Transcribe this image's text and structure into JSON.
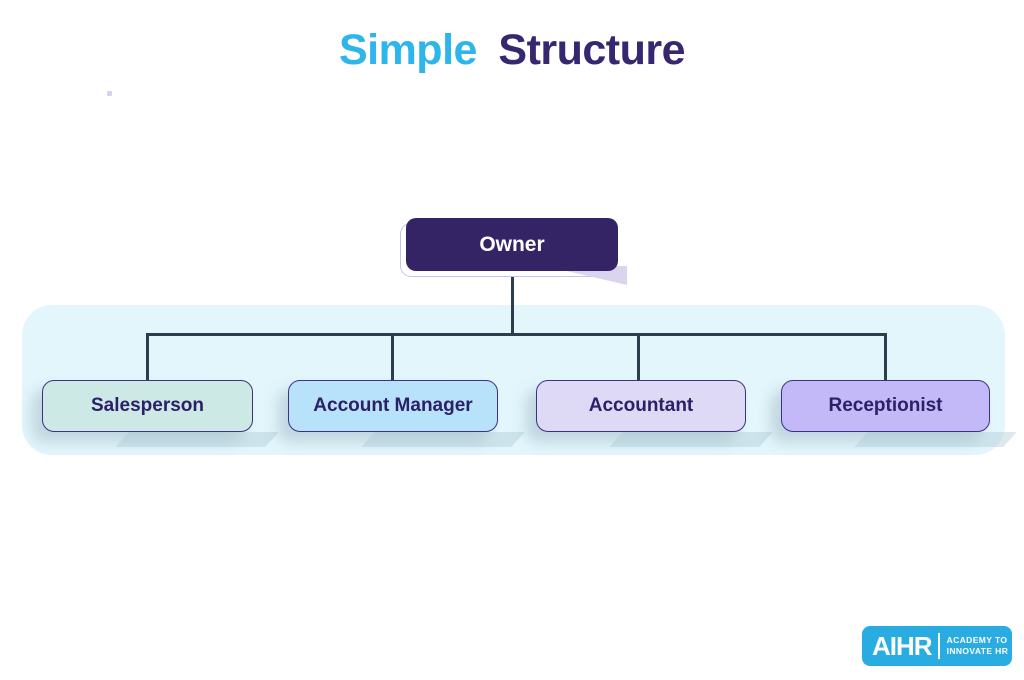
{
  "title": {
    "part1": "Simple",
    "part2": "Structure",
    "part1_color": "#2EB5EA",
    "part2_color": "#372770"
  },
  "chart": {
    "type": "org-chart",
    "root": {
      "label": "Owner",
      "fill": "#342466",
      "text_color": "#FFFFFF"
    },
    "children": [
      {
        "label": "Salesperson",
        "fill": "#CDE9E5"
      },
      {
        "label": "Account Manager",
        "fill": "#B7E2FA"
      },
      {
        "label": "Accountant",
        "fill": "#DED9F5"
      },
      {
        "label": "Receptionist",
        "fill": "#C3B8F8"
      }
    ],
    "connector_color": "#2C3E4E",
    "panel_color": "#E3F6FC",
    "node_border_color": "#3D3180",
    "node_text_color": "#2C2068"
  },
  "logo": {
    "brand": "AIHR",
    "tagline_line1": "ACADEMY TO",
    "tagline_line2": "INNOVATE HR",
    "bg": "#29ACE2"
  }
}
